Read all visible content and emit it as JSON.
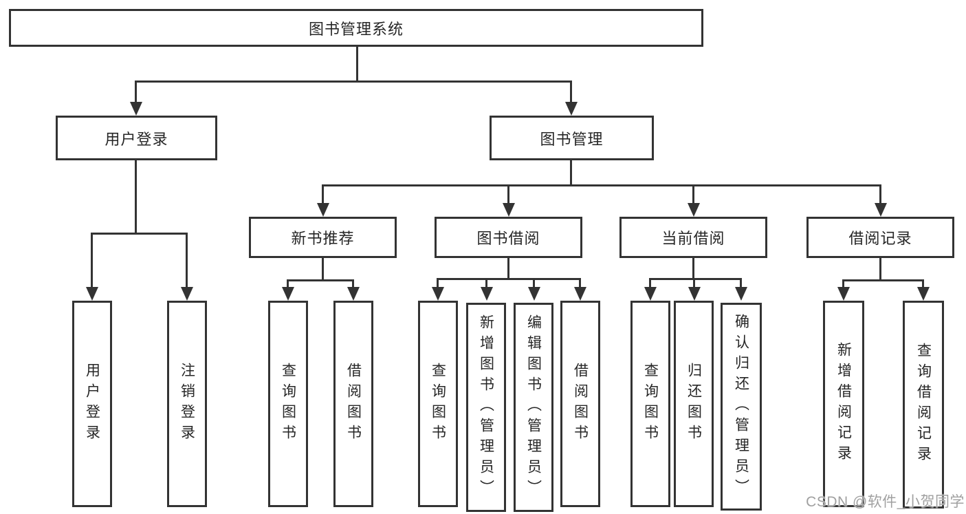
{
  "diagram": {
    "root_label": "图书管理系统",
    "level2": {
      "user_login": "用户登录",
      "book_mgmt": "图书管理"
    },
    "level3": {
      "new_book": "新书推荐",
      "book_borrow": "图书借阅",
      "current_borrow": "当前借阅",
      "borrow_records": "借阅记录"
    },
    "leaves": {
      "user_login": [
        "用户登录",
        "注销登录"
      ],
      "new_book": [
        "查询图书",
        "借阅图书"
      ],
      "book_borrow": [
        "查询图书",
        "新增图书（管理员）",
        "编辑图书（管理员）",
        "借阅图书"
      ],
      "current_borrow": [
        "查询图书",
        "归还图书",
        "确认归还（管理员）"
      ],
      "borrow_records": [
        "新增借阅记录",
        "查询借阅记录"
      ]
    }
  },
  "watermark": "CSDN @软件_小贺同学",
  "colors": {
    "line": "#333333",
    "text": "#262626",
    "watermark": "#a0a0a0",
    "background": "#ffffff"
  }
}
